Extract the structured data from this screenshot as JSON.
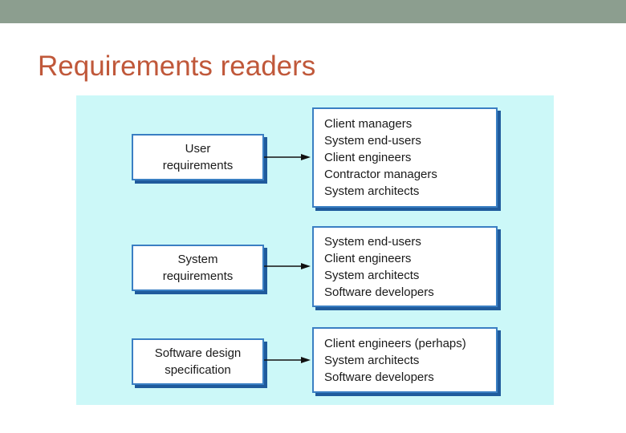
{
  "slide": {
    "title": "Requirements readers",
    "top_bar_color": "#8c9e8f",
    "title_color": "#c0583a"
  },
  "diagram": {
    "panel_color": "#ccf8f8",
    "box_border_color": "#3a7fc3",
    "box_shadow_color": "#1f5b9c",
    "arrow_color": "#111111",
    "rows": [
      {
        "document": [
          "User",
          "requirements"
        ],
        "readers": [
          "Client managers",
          "System end-users",
          "Client engineers",
          "Contractor managers",
          "System architects"
        ]
      },
      {
        "document": [
          "System",
          "requirements"
        ],
        "readers": [
          "System end-users",
          "Client engineers",
          "System architects",
          "Software developers"
        ]
      },
      {
        "document": [
          "Software design",
          "specification"
        ],
        "readers": [
          "Client engineers (perhaps)",
          "System architects",
          "Software developers"
        ]
      }
    ]
  }
}
